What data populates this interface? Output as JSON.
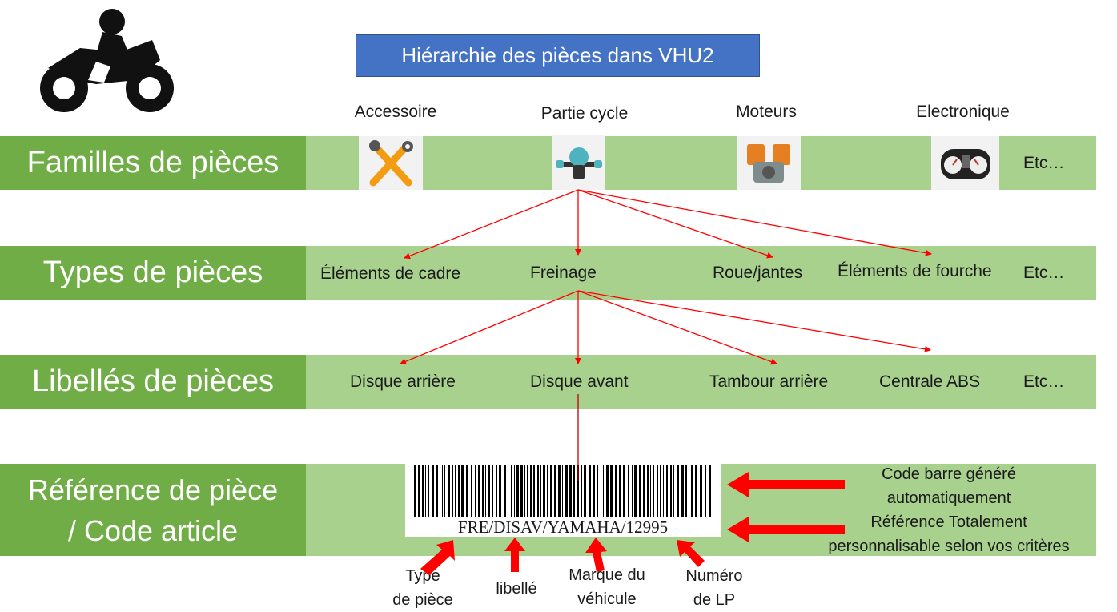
{
  "title": "Hiérarchie des pièces dans VHU2",
  "families": {
    "head": "Familles de pièces",
    "labels": [
      "Accessoire",
      "Partie cycle",
      "Moteurs",
      "Electronique"
    ],
    "etc": "Etc…"
  },
  "types": {
    "head": "Types de pièces",
    "items": [
      "Éléments de cadre",
      "Freinage",
      "Roue/jantes",
      "Éléments de fourche"
    ],
    "etc": "Etc…"
  },
  "libelles": {
    "head": "Libellés de pièces",
    "items": [
      "Disque arrière",
      "Disque avant",
      "Tambour arrière",
      "Centrale ABS"
    ],
    "etc": "Etc…"
  },
  "reference": {
    "head_line1": "Référence de pièce",
    "head_line2": "/ Code article",
    "barcode_text": "FRE/DISAV/YAMAHA/12995",
    "callout_top_line1": "Code barre généré",
    "callout_top_line2": "automatiquement",
    "callout_bottom_line1": "Référence Totalement",
    "callout_bottom_line2": "personnalisable selon vos critères"
  },
  "bottom_labels": {
    "type_line1": "Type",
    "type_line2": "de pièce",
    "libelle": "libellé",
    "marque_line1": "Marque du",
    "marque_line2": "véhicule",
    "numero_line1": "Numéro",
    "numero_line2": "de LP"
  },
  "icons": [
    "motorcycle-icon",
    "tools-icon",
    "handlebar-icon",
    "engine-icon",
    "dashboard-icon",
    "barcode-icon"
  ],
  "colors": {
    "band": "#a9d18e",
    "head": "#70ad47",
    "title": "#4472c4",
    "arrow": "#ff0000"
  }
}
